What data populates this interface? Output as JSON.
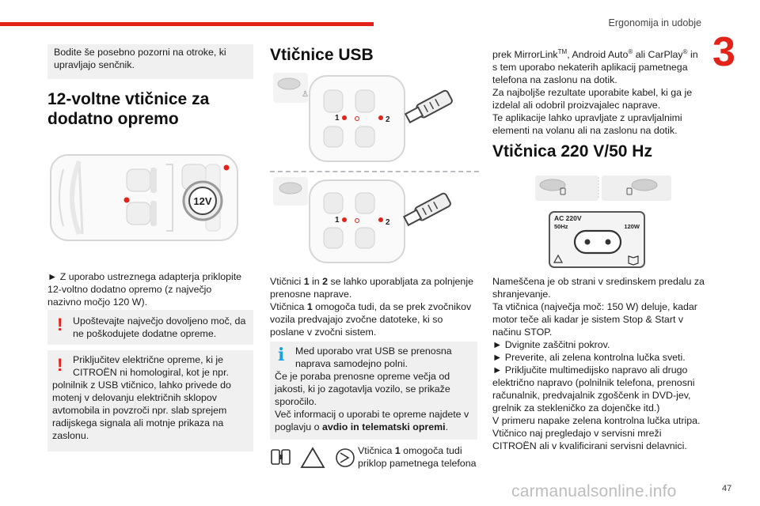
{
  "header": {
    "section_title": "Ergonomija in udobje",
    "chapter_number": "3",
    "page_number": "47"
  },
  "watermark": "carmanualsonline.info",
  "col1": {
    "note_top": "Bodite še posebno pozorni na otroke, ki upravljajo senčnik.",
    "heading": "12-voltne vtičnice za dodatno opremo",
    "socket_label": "12V",
    "instruction": "► Z uporabo ustreznega adapterja priklopite 12-voltno dodatno opremo (z največjo nazivno močjo 120 W).",
    "warning1": "Upoštevajte največjo dovoljeno moč, da ne poškodujete dodatne opreme.",
    "warning2_line1": "Priključitev električne opreme, ki je",
    "warning2_line2": "CITROËN ni homologiral, kot je npr.",
    "warning2_rest": "polnilnik z USB vtičnico, lahko privede do motenj v delovanju električnih sklopov avtomobila in povzroči npr. slab sprejem radijskega signala ali motnje prikaza na zaslonu."
  },
  "col2": {
    "heading": "Vtičnice USB",
    "label1": "1",
    "label2": "2",
    "para_line1_a": "Vtičnici ",
    "para_line1_b": "1",
    "para_line1_c": " in ",
    "para_line1_d": "2",
    "para_line1_e": " se lahko uporabljata za polnjenje prenosne naprave.",
    "para_line2_a": "Vtičnica ",
    "para_line2_b": "1",
    "para_line2_c": " omogoča tudi, da se prek zvočnikov vozila predvajajo zvočne datoteke, ki so poslane v zvočni sistem.",
    "info_line1": "Med uporabo vrat USB se prenosna",
    "info_line2": "naprava samodejno polni.",
    "info_rest1": "Če je poraba prenosne opreme večja od jakosti, ki jo zagotavlja vozilo, se prikaže sporočilo.",
    "info_rest2_a": "Več informacij o uporabi te opreme najdete v poglavju o ",
    "info_rest2_b": "avdio in telematski opremi",
    "info_rest2_c": ".",
    "bottom_a": "Vtičnica ",
    "bottom_b": "1",
    "bottom_c": " omogoča tudi priklop pametnega telefona"
  },
  "col3": {
    "para1_a": "prek MirrorLink",
    "para1_tm": "TM",
    "para1_b": ", Android Auto",
    "para1_r1": "®",
    "para1_c": " ali CarPlay",
    "para1_r2": "®",
    "para1_d": " in s tem uporabo nekaterih aplikacij pametnega telefona na zaslonu na dotik.",
    "para2": "Za najboljše rezultate uporabite kabel, ki ga je izdelal ali odobril proizvajalec naprave.",
    "para3": "Te aplikacije lahko upravljate z upravljalnimi elementi na volanu ali na zaslonu na dotik.",
    "heading": "Vtičnica 220 V/50 Hz",
    "socket_label_a": "AC 220V",
    "socket_label_b": "50Hz",
    "socket_label_c": "120W",
    "body": [
      "Nameščena je ob strani v sredinskem predalu za shranjevanje.",
      "Ta vtičnica (največja moč: 150 W) deluje, kadar motor teče ali kadar je sistem Stop & Start v načinu STOP.",
      "► Dvignite zaščitni pokrov.",
      "► Preverite, ali zelena kontrolna lučka sveti.",
      "► Priključite multimedijsko napravo ali drugo električno napravo (polnilnik telefona, prenosni računalnik, predvajalnik zgoščenk in DVD-jev, grelnik za stekleničko za dojenčke itd.)",
      "V primeru napake zelena kontrolna lučka utripa.",
      "Vtičnico naj pregledajo v servisni mreži CITROËN ali v kvalificirani servisni delavnici."
    ]
  },
  "colors": {
    "accent": "#e2231a",
    "info": "#1aa0e0",
    "box": "#f0f0f1"
  }
}
